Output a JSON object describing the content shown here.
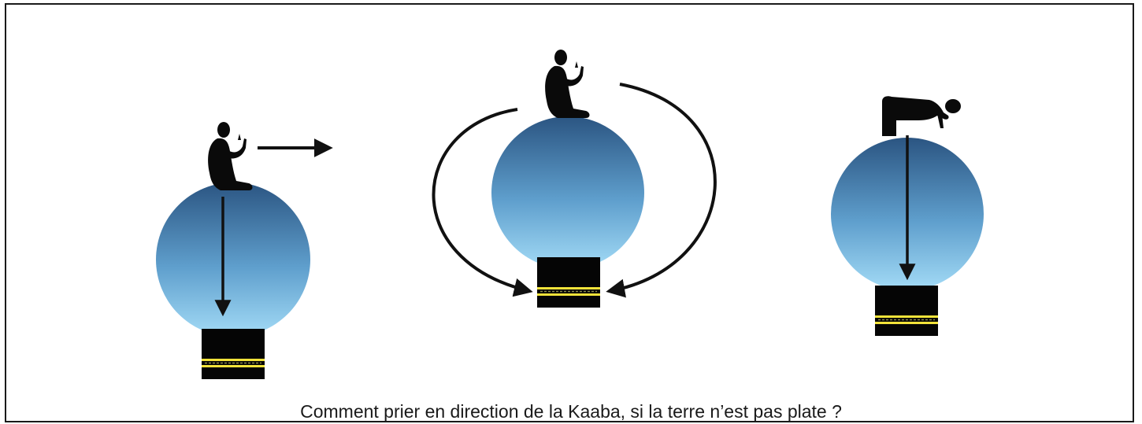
{
  "caption": "Comment prier en direction de la Kaaba, si la terre n’est pas plate ?",
  "colors": {
    "frame": "#1a1a1a",
    "globe_top": "#2b5582",
    "globe_bottom": "#9fd8f5",
    "kaaba": "#050505",
    "kaaba_band": "#f2e33a",
    "arrow": "#111111",
    "figure": "#0a0a0a"
  },
  "icons": {
    "person_kneeling": "kneeling-praying-person-icon",
    "person_prostrating": "prostrating-person-icon",
    "kaaba": "kaaba-icon",
    "globe": "earth-globe-icon"
  },
  "scenes": [
    {
      "id": "scene-straight-ahead",
      "pose": "kneeling",
      "arrows": [
        "horizontal-forward",
        "vertical-down"
      ]
    },
    {
      "id": "scene-curved-paths",
      "pose": "kneeling",
      "arrows": [
        "curved-left",
        "curved-right"
      ]
    },
    {
      "id": "scene-prostrating",
      "pose": "prostrating",
      "arrows": [
        "vertical-down"
      ]
    }
  ]
}
